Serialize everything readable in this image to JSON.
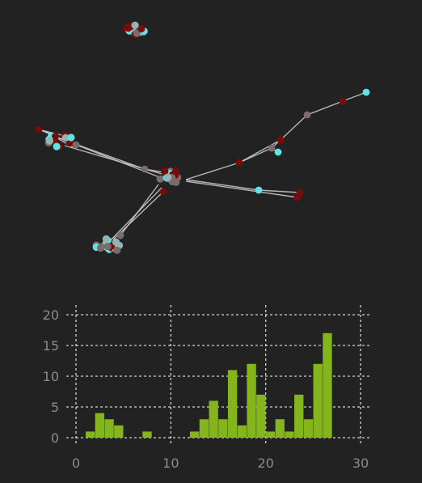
{
  "colors": {
    "background": "#222222",
    "edge": "#cfcfcf",
    "node_dark_red": "#7a0b0b",
    "node_cyan": "#5ee3e6",
    "node_grey": "#7d6a6a",
    "node_teal_grey": "#8fb5b5",
    "bar": "#84b51c",
    "grid": "#e6e6e6",
    "axis_text": "#8c8c8c"
  },
  "chart_data": [
    {
      "type": "network",
      "title": "",
      "clusters": [
        {
          "name": "top",
          "node_count": 14
        },
        {
          "name": "left",
          "node_count": 12
        },
        {
          "name": "center",
          "node_count": 16
        },
        {
          "name": "bottom",
          "node_count": 16
        }
      ],
      "single_nodes": 12
    },
    {
      "type": "bar",
      "title": "",
      "xlabel": "",
      "ylabel": "",
      "x": [
        1,
        2,
        3,
        4,
        7,
        12,
        13,
        14,
        15,
        16,
        17,
        18,
        19,
        20,
        21,
        22,
        23,
        24,
        25,
        26
      ],
      "values": [
        1,
        4,
        3,
        2,
        1,
        1,
        3,
        6,
        3,
        11,
        2,
        12,
        7,
        1,
        3,
        1,
        7,
        3,
        12,
        17
      ],
      "xlim": [
        0,
        31
      ],
      "ylim": [
        0,
        21
      ],
      "xticks": [
        "0",
        "10",
        "20",
        "30"
      ],
      "yticks": [
        "0",
        "5",
        "10",
        "15",
        "20"
      ],
      "grid": true
    }
  ]
}
